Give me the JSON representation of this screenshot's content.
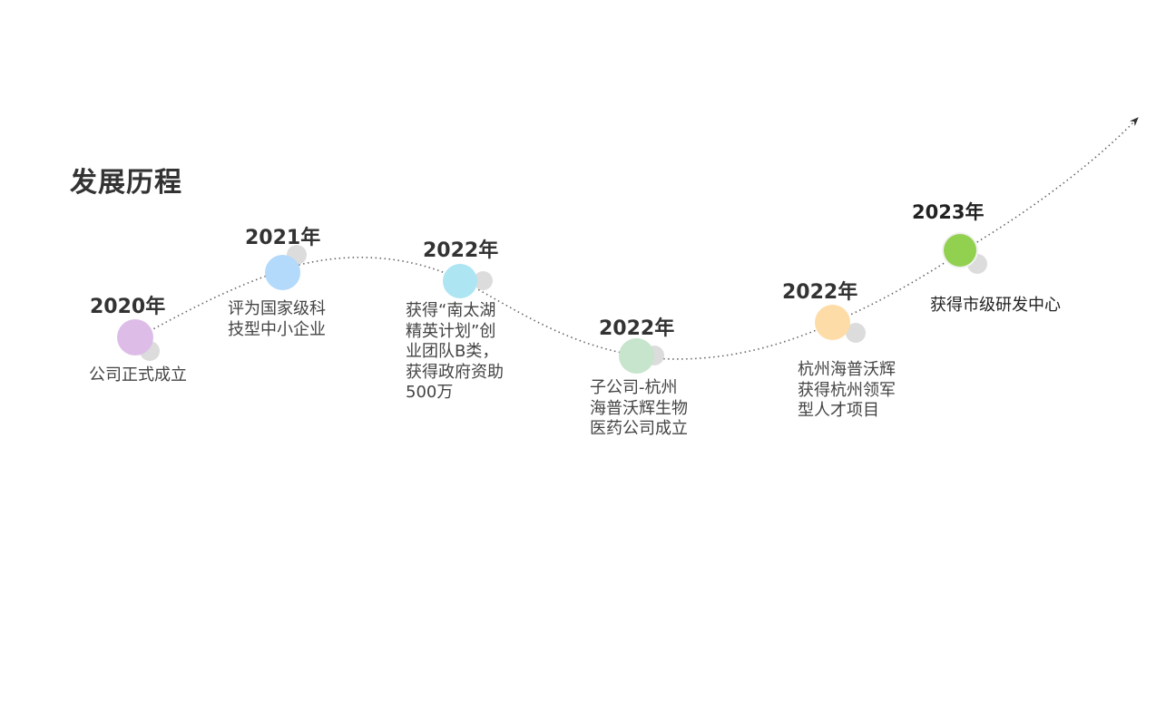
{
  "title": "发展历程",
  "milestones": [
    {
      "year": "2020年",
      "color": "#ddbde8",
      "lines": [
        "公司正式成立"
      ]
    },
    {
      "year": "2021年",
      "color": "#b3d9fb",
      "lines": [
        "评为国家级科",
        "技型中小企业"
      ]
    },
    {
      "year": "2022年",
      "color": "#ade5f3",
      "lines": [
        "获得“南太湖",
        "精英计划”创",
        "业团队B类，",
        "获得政府资助",
        "500万"
      ]
    },
    {
      "year": "2022年",
      "color": "#c6e5cc",
      "lines": [
        "子公司-杭州",
        "海普沃辉生物",
        "医药公司成立"
      ]
    },
    {
      "year": "2022年",
      "color": "#fddca8",
      "lines": [
        "杭州海普沃辉",
        "获得杭州领军",
        "型人才项目"
      ]
    },
    {
      "year": "2023年",
      "color": "#92d050",
      "lines": [
        "获得市级研发中心"
      ]
    }
  ]
}
